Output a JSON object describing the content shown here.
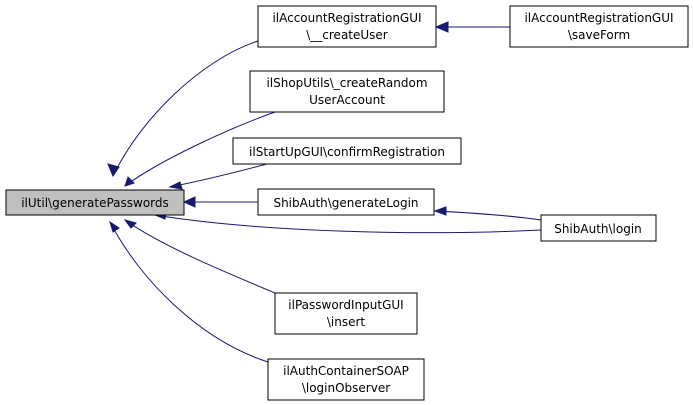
{
  "graph": {
    "colors": {
      "edge": "#191970",
      "root_fill": "#bfbfbf",
      "node_fill": "#ffffff",
      "border": "#000000"
    },
    "nodes": {
      "root": {
        "lines": [
          "ilUtil\\generatePasswords"
        ]
      },
      "acctCreate": {
        "lines": [
          "ilAccountRegistrationGUI",
          "\\__createUser"
        ]
      },
      "acctSave": {
        "lines": [
          "ilAccountRegistrationGUI",
          "\\saveForm"
        ]
      },
      "shopUtils": {
        "lines": [
          "ilShopUtils\\_createRandom",
          "UserAccount"
        ]
      },
      "startUp": {
        "lines": [
          "ilStartUpGUI\\confirmRegistration"
        ]
      },
      "shibGen": {
        "lines": [
          "ShibAuth\\generateLogin"
        ]
      },
      "shibLogin": {
        "lines": [
          "ShibAuth\\login"
        ]
      },
      "pwInput": {
        "lines": [
          "ilPasswordInputGUI",
          "\\insert"
        ]
      },
      "authSoap": {
        "lines": [
          "ilAuthContainerSOAP",
          "\\loginObserver"
        ]
      }
    }
  }
}
